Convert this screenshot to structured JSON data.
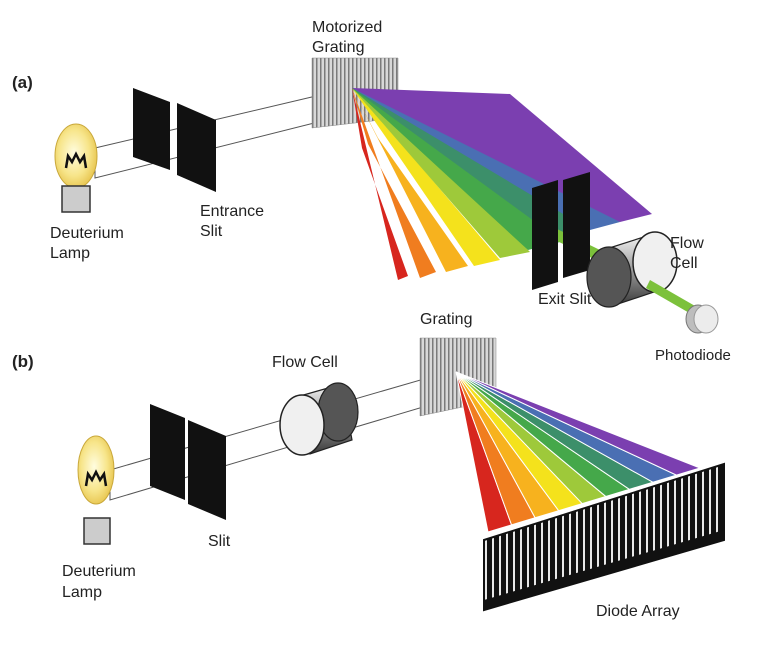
{
  "panel_a": {
    "tag": "(a)",
    "grating": [
      "Motorized",
      "Grating"
    ],
    "lamp": [
      "Deuterium",
      "Lamp"
    ],
    "entrance_slit": [
      "Entrance",
      "Slit"
    ],
    "exit_slit": "Exit Slit",
    "flow_cell": [
      "Flow",
      "Cell"
    ],
    "photodiode": "Photodiode"
  },
  "panel_b": {
    "tag": "(b)",
    "grating": "Grating",
    "flow_cell": "Flow Cell",
    "lamp": [
      "Deuterium",
      "Lamp"
    ],
    "slit": "Slit",
    "diode_array": "Diode Array"
  },
  "colors": {
    "spectrum": [
      "#d7261e",
      "#f07d1f",
      "#f7b21e",
      "#f4e21c",
      "#9ec93a",
      "#45a84a",
      "#3c8f6a",
      "#4a6fb3",
      "#7b3fb0"
    ],
    "bulb": "#f5e27a",
    "slit": "#111111",
    "beam": "#ffffff"
  }
}
